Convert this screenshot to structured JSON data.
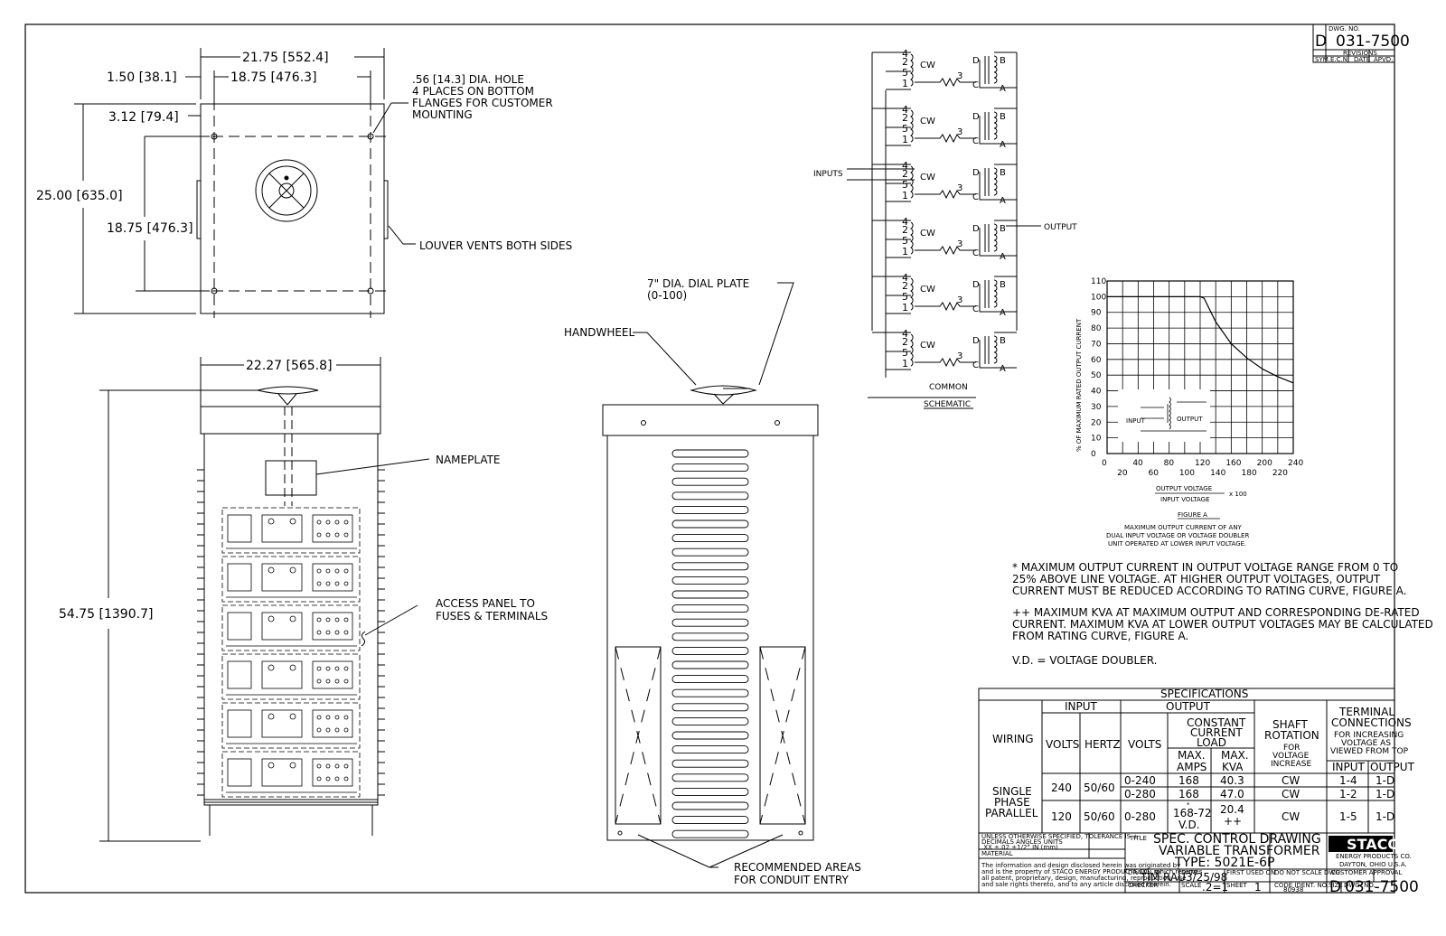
{
  "dims": {
    "overall_width": "21.75 [552.4]",
    "inner_width": "18.75 [476.3]",
    "left_offset": "1.50 [38.1]",
    "top_offset": "3.12 [79.4]",
    "depth": "25.00 [635.0]",
    "inner_depth": "18.75 [476.3]",
    "front_width": "22.27 [565.8]",
    "height": "54.75 [1390.7]"
  },
  "callouts": {
    "hole_lines": [
      ".56 [14.3] DIA. HOLE",
      "4 PLACES ON BOTTOM",
      "FLANGES FOR CUSTOMER",
      "MOUNTING"
    ],
    "louver": "LOUVER VENTS BOTH SIDES",
    "nameplate": "NAMEPLATE",
    "access_lines": [
      "ACCESS PANEL TO",
      "FUSES & TERMINALS"
    ],
    "handwheel": "HANDWHEEL",
    "dial_lines": [
      "7\" DIA. DIAL PLATE",
      "(0-100)"
    ],
    "conduit_lines": [
      "RECOMMENDED AREAS",
      "FOR CONDUIT ENTRY"
    ]
  },
  "schematic": {
    "inputs": "INPUTS",
    "output": "OUTPUT",
    "common": "COMMON",
    "title": "SCHEMATIC",
    "cw": "CW",
    "pins": [
      "4",
      "2",
      "5",
      "1"
    ],
    "res": "3",
    "d": "D",
    "b": "B",
    "c": "C",
    "a": "A"
  },
  "chart_data": {
    "type": "line",
    "ylabel": "% OF MAXIMUM RATED OUTPUT CURRENT",
    "xlabel_num": "OUTPUT VOLTAGE",
    "xlabel_den": "INPUT VOLTAGE",
    "xlabel_mult": "x 100",
    "xlim": [
      0,
      240
    ],
    "ylim": [
      0,
      110
    ],
    "x_ticks_top": [
      "0",
      "40",
      "80",
      "120",
      "160",
      "200",
      "240"
    ],
    "x_ticks_bottom": [
      "20",
      "60",
      "100",
      "140",
      "180",
      "220"
    ],
    "y_ticks": [
      "0",
      "10",
      "20",
      "30",
      "40",
      "50",
      "60",
      "70",
      "80",
      "90",
      "100",
      "110"
    ],
    "series": [
      {
        "x": [
          0,
          120,
          125,
          140,
          160,
          180,
          200,
          220,
          240
        ],
        "y": [
          100,
          100,
          99,
          84,
          70,
          61,
          54,
          49,
          45
        ]
      }
    ],
    "inset_input": "INPUT",
    "inset_output": "OUTPUT",
    "grid": true
  },
  "figure": {
    "title": "FIGURE A",
    "lines": [
      "MAXIMUM OUTPUT CURRENT OF ANY",
      "DUAL INPUT VOLTAGE OR VOLTAGE DOUBLER",
      "UNIT OPERATED AT LOWER INPUT VOLTAGE."
    ]
  },
  "notes": {
    "note1": [
      "* MAXIMUM OUTPUT CURRENT IN OUTPUT VOLTAGE RANGE FROM 0 TO",
      "25% ABOVE LINE VOLTAGE.  AT HIGHER OUTPUT VOLTAGES, OUTPUT",
      "CURRENT MUST BE REDUCED ACCORDING TO RATING CURVE, FIGURE A."
    ],
    "note2": [
      "++ MAXIMUM KVA AT MAXIMUM OUTPUT AND CORRESPONDING DE-RATED",
      "CURRENT.  MAXIMUM KVA AT LOWER OUTPUT VOLTAGES MAY BE CALCULATED",
      "FROM RATING CURVE, FIGURE A."
    ],
    "note3": "V.D. = VOLTAGE DOUBLER."
  },
  "specs": {
    "title": "SPECIFICATIONS",
    "h_input": "INPUT",
    "h_output": "OUTPUT",
    "h_wiring": "WIRING",
    "h_volts": "VOLTS",
    "h_hertz": "HERTZ",
    "h_ovolts": "VOLTS",
    "h_ccl": [
      "CONSTANT",
      "CURRENT",
      "LOAD"
    ],
    "h_amps": [
      "MAX.",
      "AMPS"
    ],
    "h_kva": [
      "MAX.",
      "KVA"
    ],
    "h_shaft": [
      "SHAFT",
      "ROTATION"
    ],
    "h_shaft_sub": [
      "FOR",
      "VOLTAGE",
      "INCREASE"
    ],
    "h_term": [
      "TERMINAL",
      "CONNECTIONS"
    ],
    "h_term_sub": [
      "FOR INCREASING",
      "VOLTAGE AS",
      "VIEWED FROM TOP"
    ],
    "h_tin": "INPUT",
    "h_tout": "OUTPUT",
    "wiring": [
      "SINGLE",
      "PHASE",
      "PARALLEL"
    ],
    "rows": [
      {
        "volts": "240",
        "hertz": "50/60",
        "ovolts": "0-240",
        "amps": "168",
        "kva": "40.3",
        "rot": "CW",
        "tin": "1-4",
        "tout": "1-D"
      },
      {
        "ovolts": "0-280",
        "amps": "168",
        "kva": "47.0",
        "rot": "CW",
        "tin": "1-2",
        "tout": "1-D"
      },
      {
        "volts": "120",
        "hertz": "50/60",
        "ovolts": "0-280",
        "amps": "168-72",
        "amps2": "V.D.",
        "amps_mark": "*",
        "kva": "20.4",
        "kva2": "++",
        "rot": "CW",
        "tin": "1-5",
        "tout": "1-D"
      }
    ]
  },
  "titleblock": {
    "title_lines": [
      "SPEC. CONTROL DRAWING",
      "VARIABLE TRANSFORMER",
      "TYPE: 5021E-6P"
    ],
    "drawn_by": "TIM RAU",
    "date": "3/25/98",
    "scale": ".2=1",
    "sheet": "1",
    "of": "1",
    "size": "D",
    "dwg_no": "031-7500",
    "company": "STACO",
    "company_sub": "ENERGY PRODUCTS CO.",
    "company_loc": "DAYTON, OHIO U.S.A.",
    "rev_title": "REVISIONS",
    "rev_heads": [
      "SYM.",
      "E.C.N.",
      "DATE",
      "APVD."
    ],
    "lbl_title": "TITLE",
    "lbl_drawn": "DRAWN BY",
    "lbl_date": "DATE",
    "lbl_checked": "CHECKER",
    "lbl_engineer": "ENGINEER",
    "lbl_first_used": "FIRST USED ON",
    "lbl_weight": "WEIGHT APPROX.",
    "lbl_scale": "SCALE",
    "lbl_sheet": "SHEET",
    "lbl_code": "CODE IDENT. NO.",
    "lbl_size": "SIZE",
    "lbl_dwgno": "DWG. NO.",
    "lbl_cust": "CUSTOMER APPROVAL",
    "lbl_material": "MATERIAL",
    "lbl_noscale": "DO NOT SCALE DWG.",
    "code": "80938",
    "tol_lines": [
      "UNLESS OTHERWISE SPECIFIED, TOLERANCE IS ±",
      "DECIMALS    ANGLES    UNITS",
      ".XX ±.02   ±1/2°   IN (mm)"
    ],
    "prop_lines": [
      "The information and design disclosed herein was originated by",
      "and is the property of STACO ENERGY PRODUCTS CO., which reserves",
      "all patent, proprietary, design, manufacturing, reproduction, use",
      "and sale rights thereto, and to any article disclosed therein."
    ]
  }
}
